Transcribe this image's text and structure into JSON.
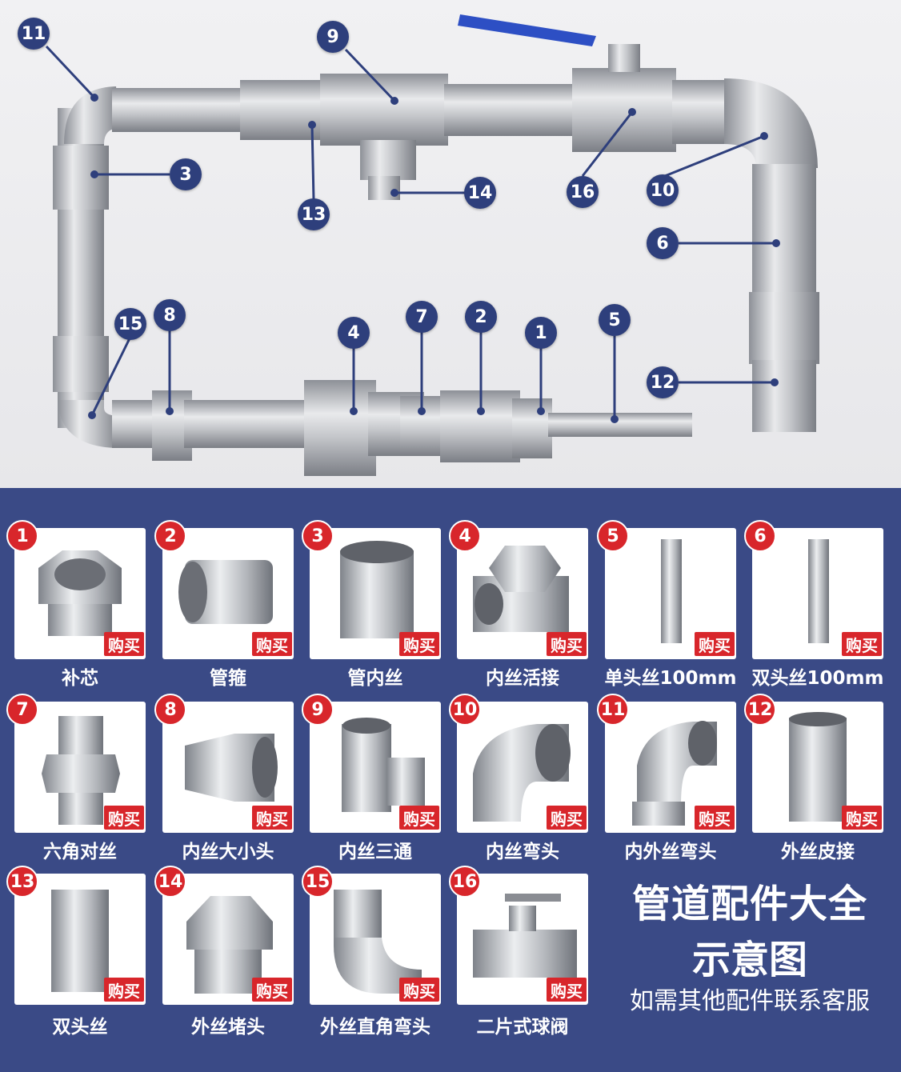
{
  "assembly_callouts": [
    "11",
    "9",
    "3",
    "13",
    "14",
    "16",
    "10",
    "6",
    "15",
    "8",
    "4",
    "7",
    "2",
    "1",
    "5",
    "12"
  ],
  "products": [
    {
      "num": "1",
      "name": "补芯",
      "buy": "购买",
      "icon": "hex-bushing-icon"
    },
    {
      "num": "2",
      "name": "管箍",
      "buy": "购买",
      "icon": "pipe-coupling-icon"
    },
    {
      "num": "3",
      "name": "管内丝",
      "buy": "购买",
      "icon": "female-socket-icon"
    },
    {
      "num": "4",
      "name": "内丝活接",
      "buy": "购买",
      "icon": "female-union-icon"
    },
    {
      "num": "5",
      "name": "单头丝100mm",
      "buy": "购买",
      "icon": "single-thread-nipple-icon"
    },
    {
      "num": "6",
      "name": "双头丝100mm",
      "buy": "购买",
      "icon": "double-thread-nipple-icon"
    },
    {
      "num": "7",
      "name": "六角对丝",
      "buy": "购买",
      "icon": "hex-nipple-icon"
    },
    {
      "num": "8",
      "name": "内丝大小头",
      "buy": "购买",
      "icon": "reducing-coupling-icon"
    },
    {
      "num": "9",
      "name": "内丝三通",
      "buy": "购买",
      "icon": "female-tee-icon"
    },
    {
      "num": "10",
      "name": "内丝弯头",
      "buy": "购买",
      "icon": "female-elbow-icon"
    },
    {
      "num": "11",
      "name": "内外丝弯头",
      "buy": "购买",
      "icon": "street-elbow-icon"
    },
    {
      "num": "12",
      "name": "外丝皮接",
      "buy": "购买",
      "icon": "hose-barb-icon"
    },
    {
      "num": "13",
      "name": "双头丝",
      "buy": "购买",
      "icon": "close-nipple-icon"
    },
    {
      "num": "14",
      "name": "外丝堵头",
      "buy": "购买",
      "icon": "square-plug-icon"
    },
    {
      "num": "15",
      "name": "外丝直角弯头",
      "buy": "购买",
      "icon": "male-elbow-icon"
    },
    {
      "num": "16",
      "name": "二片式球阀",
      "buy": "购买",
      "icon": "ball-valve-icon"
    }
  ],
  "summary": {
    "title_line1": "管道配件大全",
    "title_line2": "示意图",
    "note": "如需其他配件联系客服"
  },
  "colors": {
    "callout_blue": "#2e3f7c",
    "panel_blue": "#3a4a86",
    "badge_red": "#d8262b",
    "steel": "#b9bcc1",
    "valve_handle": "#2d4fc4"
  }
}
